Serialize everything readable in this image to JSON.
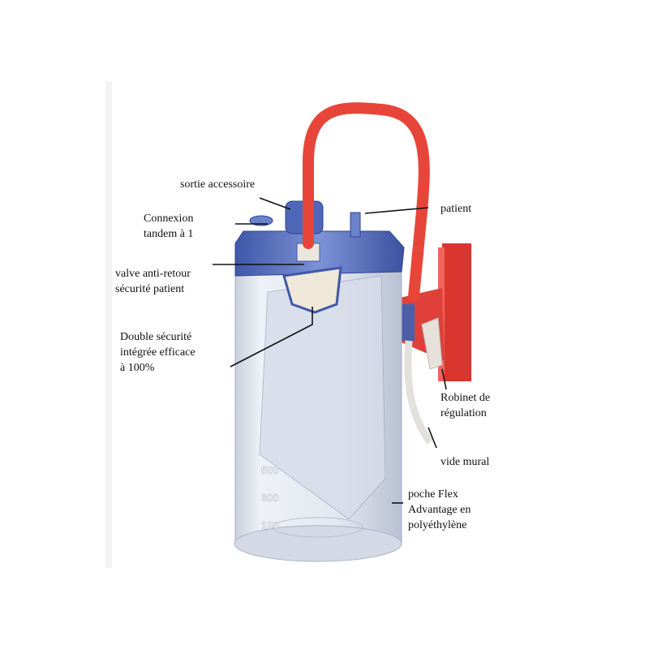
{
  "labels": {
    "sortie": "sortie accessoire",
    "connexion": [
      "Connexion",
      "tandem à 1"
    ],
    "valve": [
      "valve  anti-retour",
      "sécurité patient"
    ],
    "double": [
      "Double sécurité",
      "intégrée efficace",
      "à 100%"
    ],
    "patient": "patient",
    "robinet": [
      "Robinet de",
      "régulation"
    ],
    "vide": "vide mural",
    "poche": [
      "poche Flex",
      "Advantage en",
      "polyéthylène"
    ]
  },
  "scale_marks": [
    "500",
    "300",
    "100"
  ],
  "colors": {
    "tube": "#e8453a",
    "lid": "#5a72c0",
    "bracket": "#e0403a",
    "canister": "#dfe4ee"
  }
}
